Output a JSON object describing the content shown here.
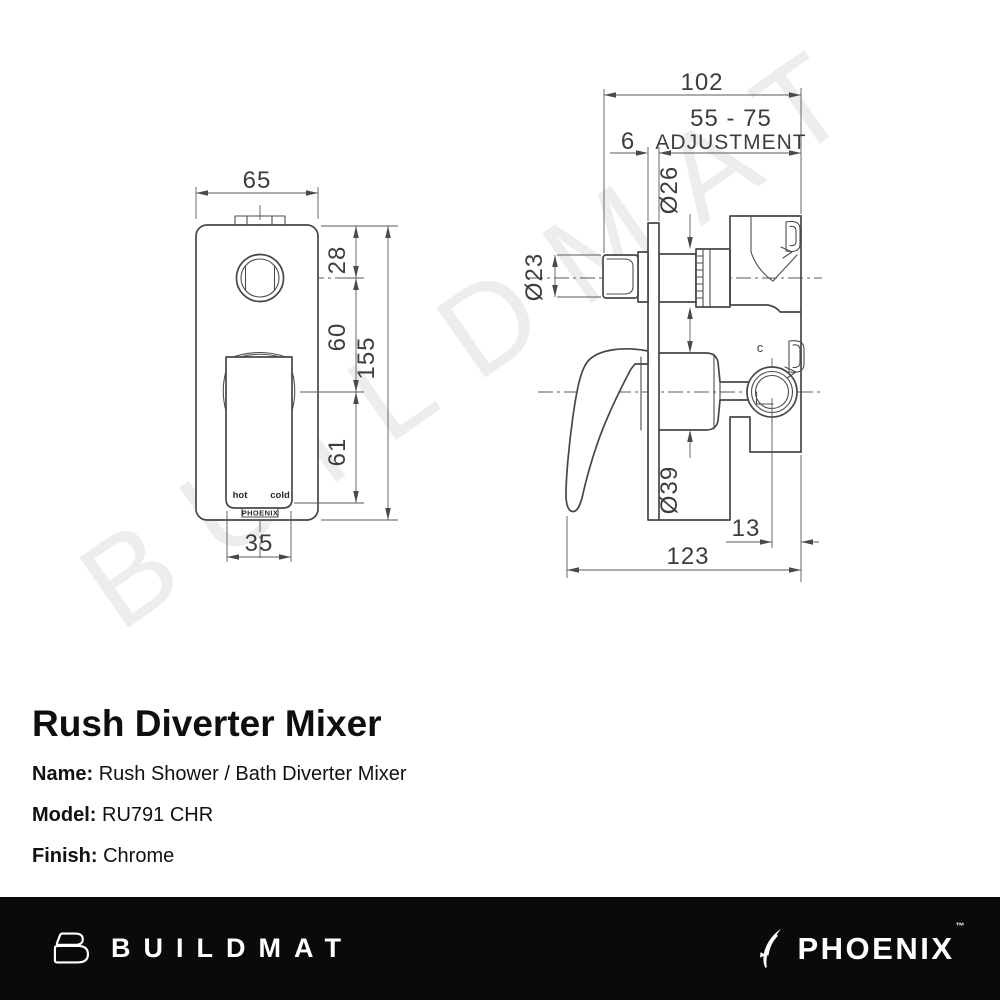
{
  "colors": {
    "footer_bg": "#0a0a0a",
    "footer_fg": "#ffffff",
    "drawing_line": "#474747",
    "watermark_gray": "#ebebeb"
  },
  "watermark": {
    "text": "BUILDMAT"
  },
  "drawing": {
    "front_view": {
      "dim_width": "65",
      "dim_height": "155",
      "dim_top_to_outlet": "28",
      "dim_outlet_to_handle": "60",
      "dim_handle_to_bottom": "61",
      "dim_handle_width": "35",
      "label_hot": "hot",
      "label_cold": "cold",
      "label_brand": "PHOENIX"
    },
    "side_view": {
      "dim_depth": "102",
      "dim_adjust_range": "55 - 75",
      "dim_adjust_word": "ADJUSTMENT",
      "dim_plate_thickness": "6",
      "dim_dia_spindle": "Ø23",
      "dim_dia_collar": "Ø26",
      "dim_dia_outlet": "Ø39",
      "dim_outlet_offset": "13",
      "dim_total_depth": "123",
      "label_outlet": "c"
    }
  },
  "product": {
    "title": "Rush Diverter Mixer",
    "fields": [
      {
        "label": "Name:",
        "value": "Rush Shower / Bath Diverter Mixer"
      },
      {
        "label": "Model:",
        "value": "RU791 CHR"
      },
      {
        "label": "Finish:",
        "value": "Chrome"
      }
    ]
  },
  "footer": {
    "buildmat_text": "BUILDMAT",
    "phoenix_text": "PHOENIX",
    "phoenix_tm": "™"
  }
}
